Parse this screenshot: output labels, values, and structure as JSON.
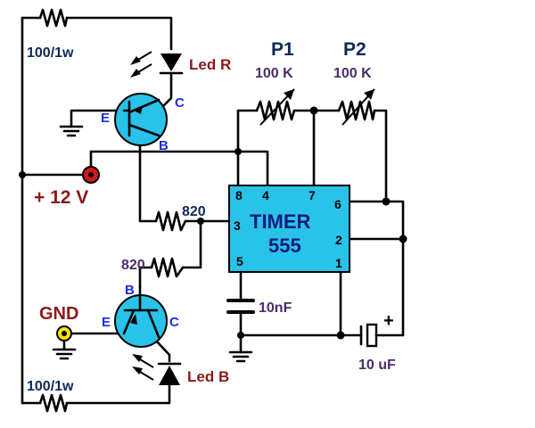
{
  "labels": {
    "r_top": "100/1w",
    "r_bottom": "100/1w",
    "led_r": "Led R",
    "led_b": "Led B",
    "p1": "P1",
    "p1_val": "100 K",
    "p2": "P2",
    "p2_val": "100 K",
    "r820_top": "820",
    "r820_bottom": "820",
    "supply": "+ 12 V",
    "gnd": "GND",
    "timer_line1": "TIMER",
    "timer_line2": "555",
    "cap_small": "10nF",
    "cap_elec": "10 uF",
    "cap_plus": "+"
  },
  "transistor_top": {
    "e": "E",
    "b": "B",
    "c": "C"
  },
  "transistor_bottom": {
    "e": "E",
    "b": "B",
    "c": "C"
  },
  "pins": {
    "p8": "8",
    "p4": "4",
    "p7": "7",
    "p6": "6",
    "p3": "3",
    "p2": "2",
    "p5": "5",
    "p1": "1"
  },
  "colors": {
    "transistor_fill": "#29c2e9",
    "chip_fill": "#29c2e9",
    "supply_terminal": "#d01818",
    "gnd_terminal": "#f4e20a",
    "label_navy": "#0d2b57",
    "label_blue": "#1a2fd6",
    "label_red": "#8b1a1a"
  }
}
